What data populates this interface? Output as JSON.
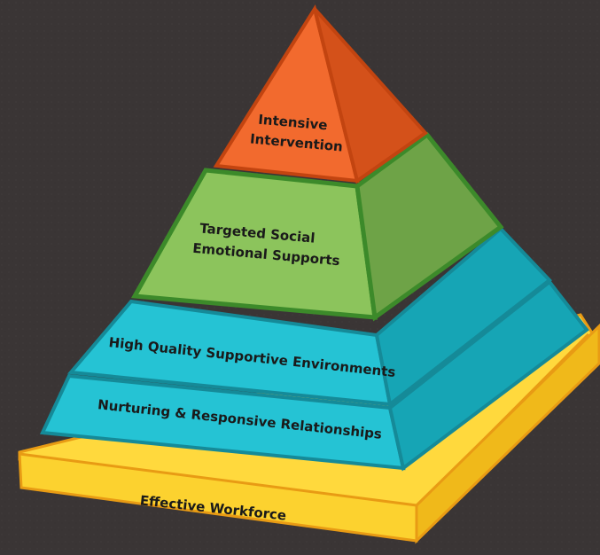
{
  "background_color": "#3a3535",
  "tiers": {
    "foundation": {
      "label": "Effective Workforce",
      "color_top": "#ffd93d",
      "color_side": "#f0b91a",
      "outline": "#e89b14"
    },
    "universal_lower": {
      "label": "Nurturing & Responsive Relationships",
      "color_front": "#25c3d4",
      "color_side": "#16a5b5",
      "outline": "#158a98"
    },
    "universal_upper": {
      "label": "High Quality Supportive Environments",
      "color_front": "#25c3d4",
      "color_side": "#16a5b5",
      "outline": "#158a98"
    },
    "targeted": {
      "label_line1": "Targeted Social",
      "label_line2": "Emotional Supports",
      "color_front": "#8cc45c",
      "color_side": "#6ea347",
      "outline": "#3c8a2a"
    },
    "intensive": {
      "label_line1": "Intensive",
      "label_line2": "Intervention",
      "color_front": "#f26a2e",
      "color_side": "#d4511a",
      "outline": "#c24410"
    }
  }
}
